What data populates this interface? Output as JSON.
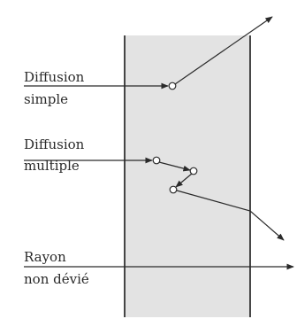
{
  "labels": {
    "single_line1": "Diffusion",
    "single_line2": "simple",
    "multiple_line1": "Diffusion",
    "multiple_line2": "multiple",
    "ray_line1": "Rayon",
    "ray_line2": "non dévié"
  },
  "colors": {
    "background": "#ffffff",
    "medium": "#e3e3e3",
    "line": "#2a2a2a"
  }
}
